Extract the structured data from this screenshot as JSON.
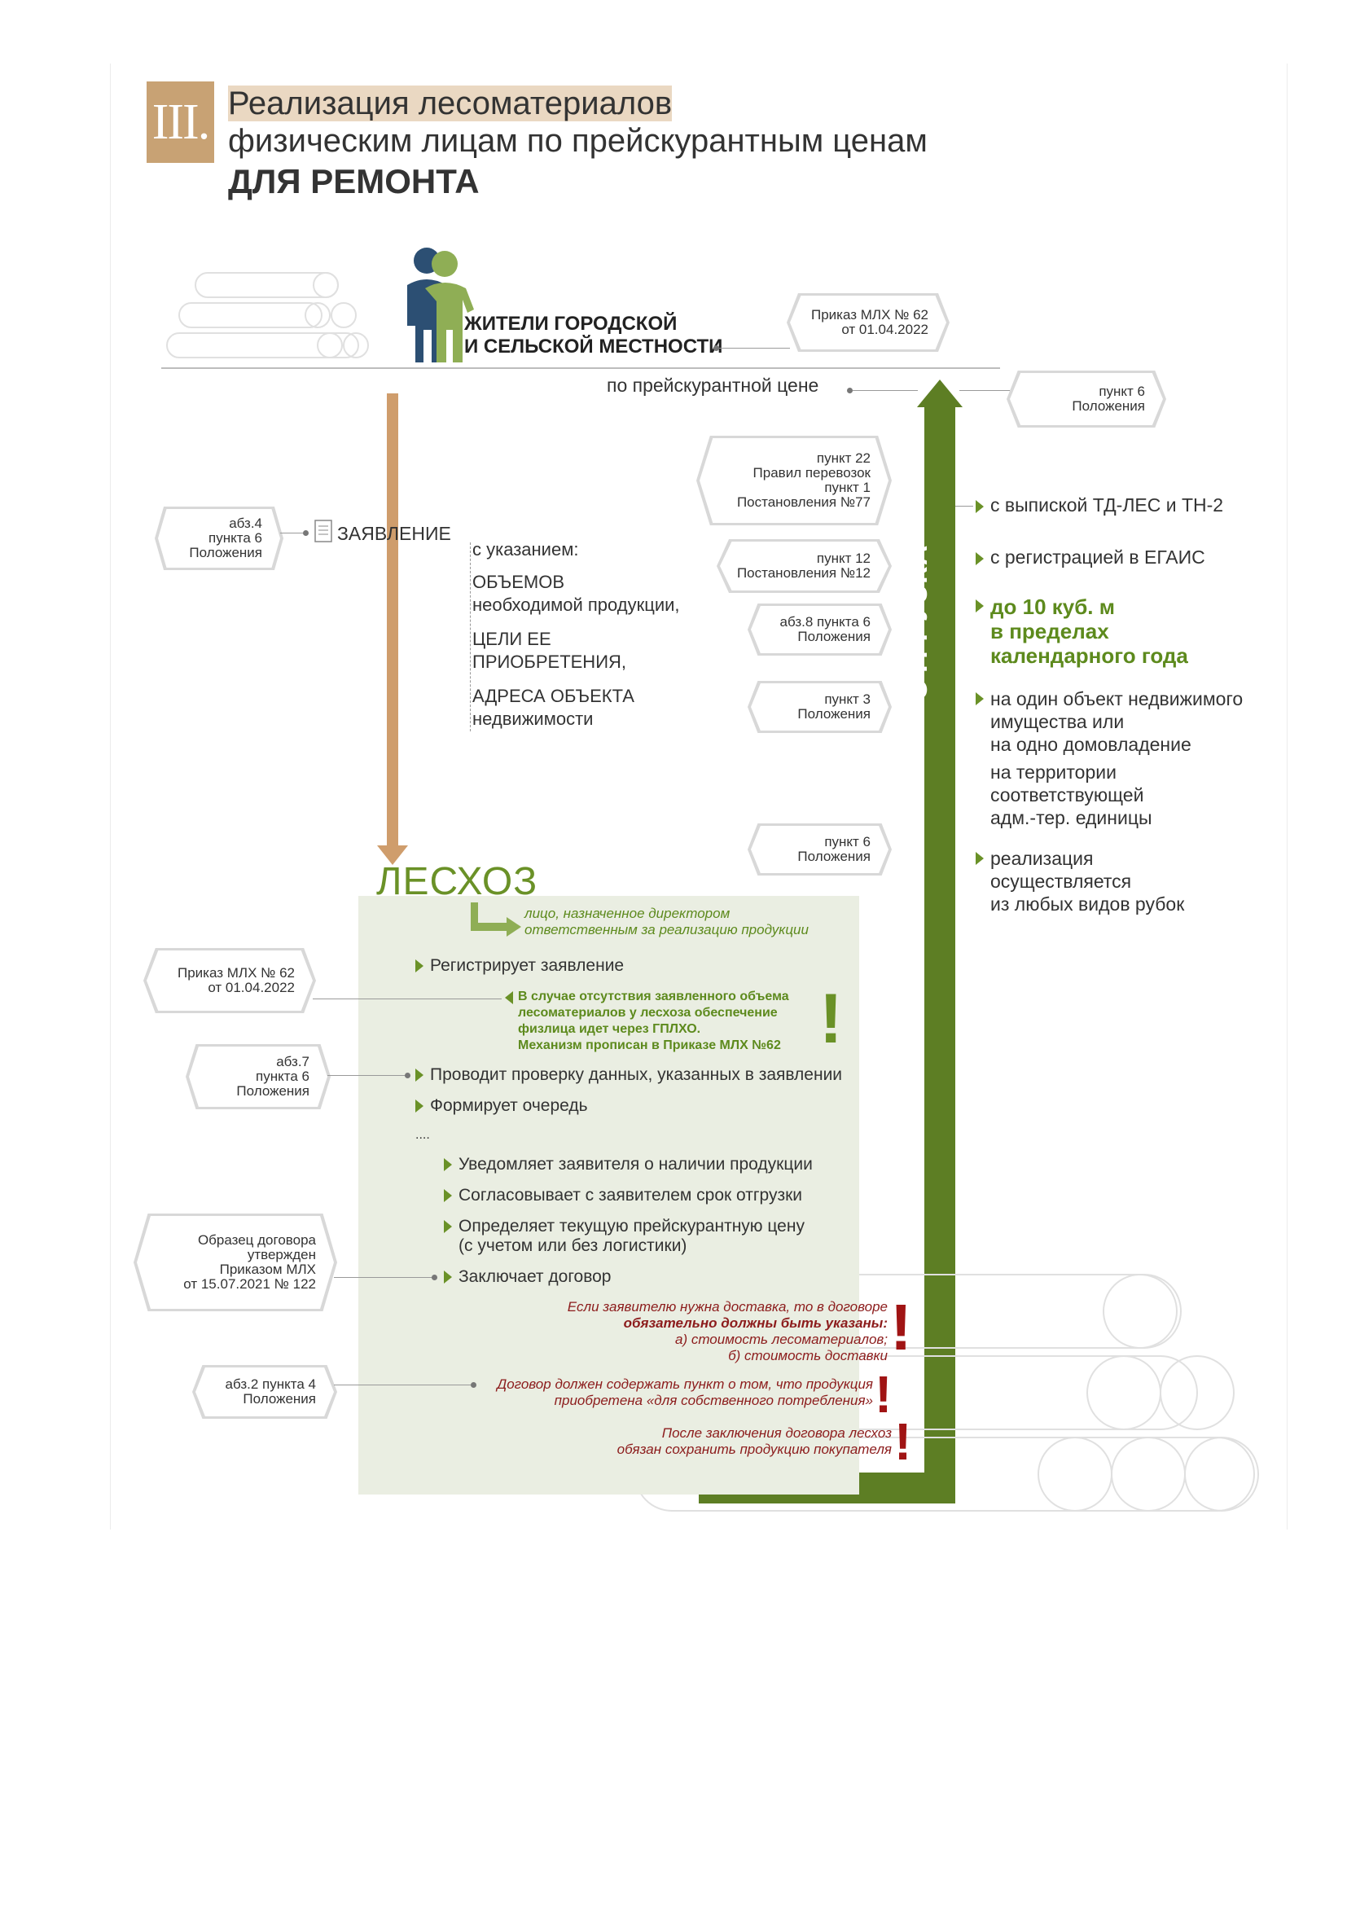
{
  "header": {
    "roman": "III.",
    "line1": "Реализация лесоматериалов",
    "line2": "физическим лицам по прейскурантным ценам",
    "line3": "ДЛЯ РЕМОНТА"
  },
  "residents": {
    "line1": "ЖИТЕЛИ ГОРОДСКОЙ",
    "line2": "И СЕЛЬСКОЙ МЕСТНОСТИ"
  },
  "price_label": "по прейскурантной цене",
  "badges": {
    "prikaz_top": "Приказ МЛХ № 62\nот 01.04.2022",
    "punkt6_top": "пункт 6\nПоложения",
    "abz4": "абз.4\nпункта 6\nПоложения",
    "punkt22": "пункт 22\nПравил перевозок\nпункт 1\nПостановления №77",
    "punkt12": "пункт 12\nПостановления №12",
    "abz8": "абз.8 пункта 6\nПоложения",
    "punkt3": "пункт 3\nПоложения",
    "punkt6_mid": "пункт 6\nПоложения",
    "prikaz_mid": "Приказ МЛХ № 62\nот 01.04.2022",
    "abz7": "абз.7\nпункта 6\nПоложения",
    "obrazets": "Образец договора\nутвержден\nПриказом МЛХ\nот 15.07.2021 № 122",
    "abz2": "абз.2 пункта 4\nПоложения"
  },
  "application": {
    "label": "ЗАЯВЛЕНИЕ",
    "intro": "с указанием:",
    "items": [
      "ОБЪЕМОВ\nнеобходимой продукции,",
      "ЦЕЛИ ЕЕ\nПРИОБРЕТЕНИЯ,",
      "АДРЕСА ОБЪЕКТА\nнедвижимости"
    ]
  },
  "shipment": {
    "label": "ОТГРУЗКА",
    "conditions": [
      "с выпиской ТД-ЛЕС и ТН-2",
      "с регистрацией в ЕГАИС"
    ],
    "volume": "до 10 куб. м\nв пределах\nкалендарного года",
    "object": "на один объект недвижимого\nимущества или\nна одно домовладение",
    "territory": "на территории\nсоответствующей\nадм.-тер. единицы",
    "cuts": "реализация\nосуществляется\nиз любых видов рубок"
  },
  "leshoz": {
    "title": "ЛЕСХОЗ",
    "responsible": "лицо, назначенное директором\nответственным за реализацию продукции",
    "register": "Регистрирует заявление",
    "warning": "В случае отсутствия заявленного объема\nлесоматериалов у лесхоза обеспечение\nфизлица идет через ГПЛХО.\nМеханизм прописан в Приказе МЛХ №62",
    "check": "Проводит проверку данных, указанных в заявлении",
    "queue": "Формирует очередь",
    "dots": "....",
    "notify": "Уведомляет заявителя о наличии продукции",
    "agree": "Согласовывает с заявителем срок отгрузки",
    "price": "Определяет текущую прейскурантную цену\n(с учетом или без логистики)",
    "contract": "Заключает договор",
    "note_delivery_1": "Если заявителю нужна доставка, то в договоре",
    "note_delivery_2": "обязательно должны быть указаны:",
    "note_delivery_3": "а) стоимость лесоматериалов;\nб) стоимость доставки",
    "note_own": "Договор должен содержать пункт о том, что продукция\nприобретена «для собственного потребления»",
    "note_keep": "После заключения договора лесхоз\nобязан сохранить продукцию покупателя"
  },
  "colors": {
    "accent_tan": "#c8a274",
    "green": "#5d7e24",
    "orange": "#cf9d6c",
    "red": "#a01414"
  }
}
